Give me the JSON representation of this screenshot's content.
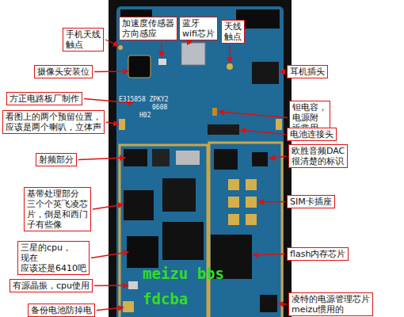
{
  "diagram": {
    "nodes": [
      {
        "text": [
          "加速度传感器 方向感应"
        ]
      },
      {
        "text": [
          "蓝牙 wifi芯片"
        ]
      },
      {
        "text": [
          "天线 触点"
        ]
      },
      {
        "text": [
          "手机天线 触点"
        ]
      },
      {
        "text": [
          "摄像头安装位"
        ]
      },
      {
        "text": [
          "耳机插头"
        ]
      },
      {
        "text": [
          "方正电路板厂制作"
        ]
      },
      {
        "text": [
          "钽电容，电源附 近常用"
        ]
      },
      {
        "text": [
          "看图上的两个预留位置， 应该是两个喇叭，立体声"
        ]
      },
      {
        "text": [
          "电池连接头"
        ]
      },
      {
        "text": [
          "射频部分"
        ]
      },
      {
        "text": [
          "欧胜音频DAC 很清楚的标识"
        ]
      },
      {
        "text": [
          "基带处理部分 三个个英飞凌芯 片，倒是和西门 子有些像"
        ]
      },
      {
        "text": [
          "SIM卡插座"
        ]
      },
      {
        "text": [
          "三星的cpu，现在 应该还是6410吧"
        ]
      },
      {
        "text": [
          "flash内存芯片"
        ]
      },
      {
        "text": [
          "有源晶振，cpu使用"
        ]
      },
      {
        "text": [
          "凌特的电源管理芯片 meizu惯用的"
        ]
      },
      {
        "text": [
          "备份电池防掉电"
        ]
      }
    ],
    "labels": [
      "E315858 ZPKY2",
      "0608",
      "H02",
      "meizu bbs",
      "fdcba"
    ]
  }
}
